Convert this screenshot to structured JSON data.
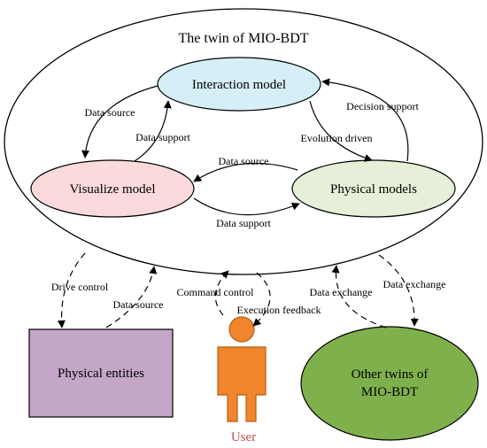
{
  "title": "The twin of MIO-BDT",
  "nodes": {
    "interaction": "Interaction model",
    "visualize": "Visualize model",
    "physical_models": "Physical models",
    "physical_entities": "Physical entities",
    "other_twins_line1": "Other twins of",
    "other_twins_line2": "MIO-BDT",
    "user": "User"
  },
  "edges": {
    "data_source_left": "Data source",
    "data_support_left": "Data support",
    "decision_support": "Decision support",
    "evolution_driven": "Evolution driven",
    "data_source_middle": "Data source",
    "data_support_bottom": "Data support",
    "drive_control": "Drive control",
    "data_source_entities": "Data source",
    "command_control": "Command control",
    "execution_feedback": "Execution feedback",
    "data_exchange_left": "Data exchange",
    "data_exchange_right": "Data exchange"
  },
  "colors": {
    "interaction_fill": "#d6eef5",
    "visualize_fill": "#fadada",
    "physical_models_fill": "#e6f0d8",
    "physical_entities_fill": "#c3a6c8",
    "other_twins_fill": "#7fb04c",
    "user_fill": "#f0852c",
    "user_label": "#c0504d"
  }
}
